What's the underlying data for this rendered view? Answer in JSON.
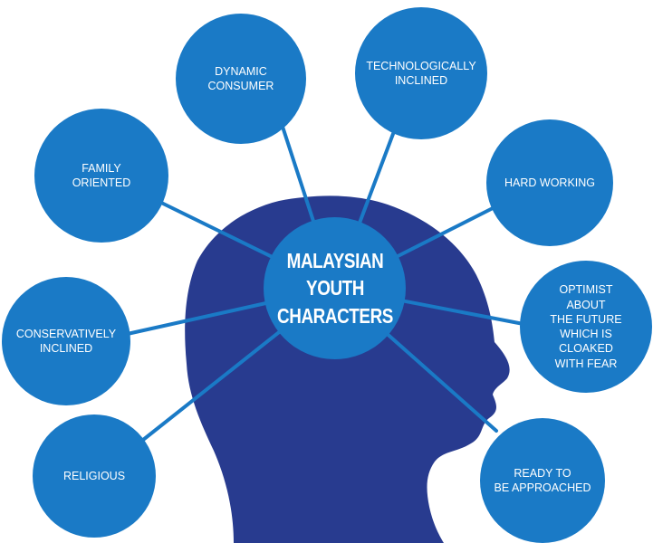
{
  "colors": {
    "bubble": "#1a7ac6",
    "head": "#283b8f",
    "line": "#1a7ac6",
    "text": "#ffffff",
    "background": "#ffffff"
  },
  "center": {
    "label": "MALAYSIAN\nYOUTH\nCHARACTERS"
  },
  "traits": [
    {
      "id": "dynamic-consumer",
      "label": "DYNAMIC\nCONSUMER"
    },
    {
      "id": "technologically-inclined",
      "label": "TECHNOLOGICALLY\nINCLINED"
    },
    {
      "id": "family-oriented",
      "label": "FAMILY\nORIENTED"
    },
    {
      "id": "hard-working",
      "label": "HARD WORKING"
    },
    {
      "id": "conservatively-inclined",
      "label": "CONSERVATIVELY\nINCLINED"
    },
    {
      "id": "optimist",
      "label": "OPTIMIST\nABOUT\nTHE FUTURE\nWHICH IS\nCLOAKED\nWITH FEAR"
    },
    {
      "id": "religious",
      "label": "RELIGIOUS"
    },
    {
      "id": "ready-to-be-approached",
      "label": "READY TO\nBE APPROACHED"
    }
  ]
}
